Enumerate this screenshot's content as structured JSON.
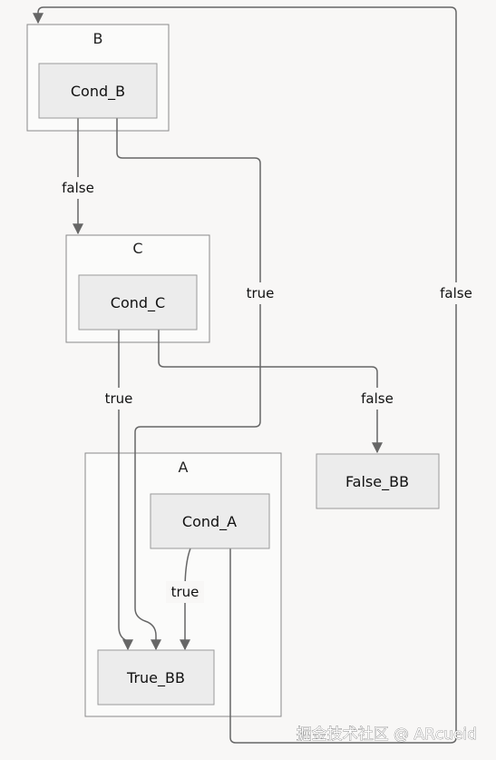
{
  "clusters": {
    "B": "B",
    "C": "C",
    "A": "A"
  },
  "nodes": {
    "cond_b": "Cond_B",
    "cond_c": "Cond_C",
    "cond_a": "Cond_A",
    "false_bb": "False_BB",
    "true_bb": "True_BB"
  },
  "edges": {
    "b_to_c": "false",
    "b_to_truebb": "true",
    "a_to_b": "false",
    "c_to_truebb": "true",
    "c_to_falsebb": "false",
    "a_to_truebb": "true"
  },
  "watermark": "掘金技术社区 @ ARcueid",
  "colors": {
    "background": "#f8f7f6",
    "cluster_fill": "#fbfbfa",
    "node_fill": "#ececec",
    "edge": "#666666"
  }
}
